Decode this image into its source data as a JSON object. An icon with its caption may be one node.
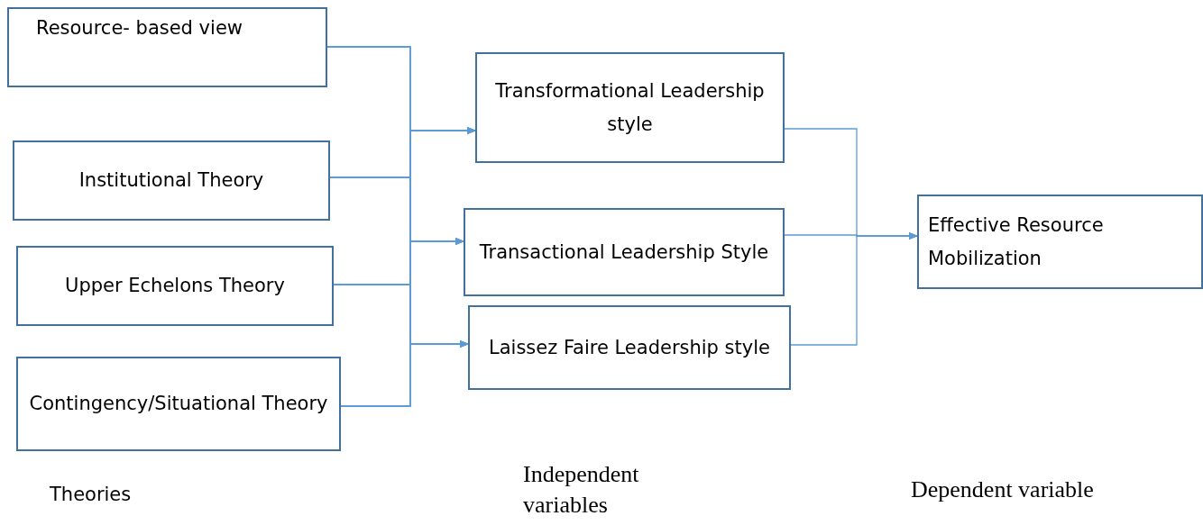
{
  "diagram": {
    "nodes": [
      {
        "text": [
          "Resource- based view"
        ]
      },
      {
        "text": [
          "Institutional Theory"
        ]
      },
      {
        "text": [
          "Upper Echelons Theory"
        ]
      },
      {
        "text": [
          "Contingency/Situational Theory"
        ]
      },
      {
        "text": [
          "Transformational Leadership style"
        ]
      },
      {
        "text": [
          "Transactional Leadership Style"
        ]
      },
      {
        "text": [
          "Laissez Faire Leadership style"
        ]
      },
      {
        "text": [
          "Effective Resource Mobilization"
        ]
      }
    ],
    "edges": [
      {
        "from": 0,
        "to": 4,
        "arrow": "to"
      },
      {
        "from": 0,
        "to": 5,
        "arrow": "to"
      },
      {
        "from": 0,
        "to": 6,
        "arrow": "to"
      },
      {
        "from": 1,
        "to": 4,
        "arrow": "to"
      },
      {
        "from": 1,
        "to": 5,
        "arrow": "to"
      },
      {
        "from": 1,
        "to": 6,
        "arrow": "to"
      },
      {
        "from": 2,
        "to": 4,
        "arrow": "to"
      },
      {
        "from": 2,
        "to": 5,
        "arrow": "to"
      },
      {
        "from": 2,
        "to": 6,
        "arrow": "to"
      },
      {
        "from": 3,
        "to": 4,
        "arrow": "to"
      },
      {
        "from": 3,
        "to": 5,
        "arrow": "to"
      },
      {
        "from": 3,
        "to": 6,
        "arrow": "to"
      },
      {
        "from": 4,
        "to": 7,
        "arrow": "to"
      },
      {
        "from": 5,
        "to": 7,
        "arrow": "to"
      },
      {
        "from": 6,
        "to": 7,
        "arrow": "to"
      }
    ],
    "labels": [
      "Theories",
      "Independent variables",
      "Dependent variable"
    ]
  }
}
